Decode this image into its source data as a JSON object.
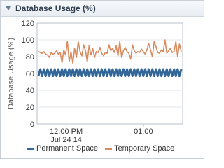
{
  "panel": {
    "title": "Database Usage (%)"
  },
  "chart_data": {
    "type": "line",
    "ylabel": "Database Usage (%)",
    "ylim": [
      0,
      120
    ],
    "yticks": [
      0,
      20,
      40,
      60,
      80,
      100,
      120
    ],
    "xticks": [
      {
        "line1": "12:00 PM",
        "line2": "Jul 24 14",
        "pos": 0.2
      },
      {
        "line1": "01:00",
        "line2": "",
        "pos": 0.73
      }
    ],
    "grid": true,
    "legend_position": "bottom",
    "series": [
      {
        "name": "Permanent Space",
        "color": "#336699",
        "values": [
          57,
          65,
          57,
          65,
          57,
          65,
          57,
          65,
          57,
          65,
          57,
          65,
          57,
          65,
          57,
          65,
          57,
          65,
          57,
          65,
          57,
          65,
          57,
          65,
          57,
          65,
          57,
          65,
          57,
          65,
          57,
          65,
          57,
          65,
          57,
          65,
          57,
          65,
          57,
          65,
          57,
          65,
          57,
          65,
          57,
          65,
          57,
          65,
          57,
          65,
          57,
          65,
          57,
          65,
          57,
          65,
          57,
          65,
          57,
          65,
          57,
          65,
          57,
          65,
          57,
          65,
          57,
          65,
          57,
          65,
          57,
          65,
          57,
          65,
          57,
          65,
          57,
          65,
          57,
          65
        ]
      },
      {
        "name": "Temporary Space",
        "color": "#d98a5e",
        "values": [
          86,
          85,
          84,
          86,
          83,
          82,
          79,
          85,
          83,
          84,
          87,
          83,
          85,
          73,
          88,
          82,
          98,
          74,
          86,
          72,
          90,
          79,
          98,
          86,
          81,
          94,
          87,
          74,
          93,
          82,
          90,
          79,
          86,
          85,
          91,
          84,
          81,
          85,
          84,
          94,
          87,
          90,
          85,
          93,
          81,
          98,
          79,
          87,
          91,
          86,
          84,
          77,
          94,
          87,
          84,
          86,
          85,
          89,
          86,
          83,
          88,
          96,
          88,
          80,
          98,
          92,
          85,
          84,
          88,
          86,
          100,
          84,
          87,
          90,
          85,
          86,
          98,
          80,
          95,
          86
        ]
      }
    ]
  }
}
